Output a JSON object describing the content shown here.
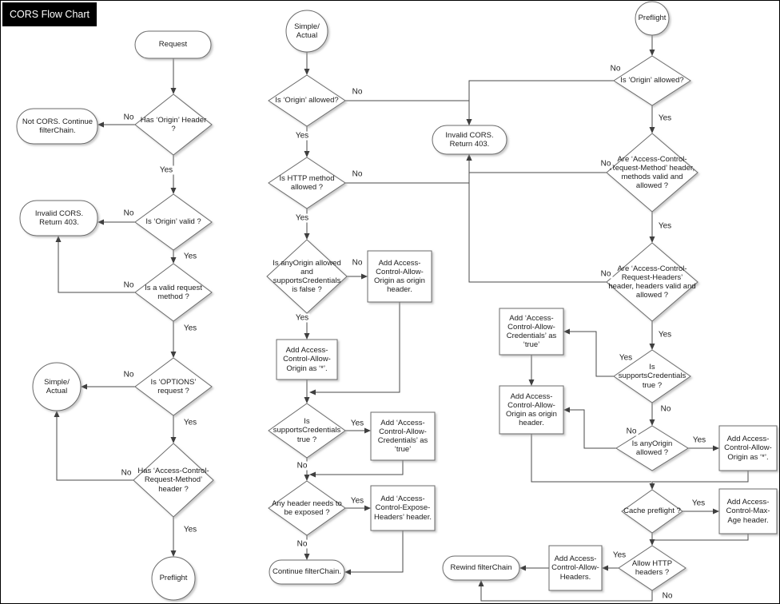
{
  "title": "CORS Flow Chart",
  "labels": {
    "yes": "Yes",
    "no": "No"
  },
  "nodes": {
    "request": "Request",
    "has_origin_header": "Has ‘Origin’ Header ?",
    "not_cors": "Not CORS. Continue filterChain.",
    "is_origin_valid": "Is ‘Origin’ valid ?",
    "invalid_cors_left": "Invalid CORS. Return 403.",
    "is_valid_method": "Is a valid request method ?",
    "is_options": "Is ‘OPTIONS’ request ?",
    "simple_actual_left": "Simple/ Actual",
    "has_acrm_header": "Has ‘Access-Control-Request-Method’ header ?",
    "preflight_left": "Preflight",
    "simple_actual_mid": "Simple/ Actual",
    "is_origin_allowed_mid": "Is ‘Origin’ allowed?",
    "invalid_cors_mid": "Invalid CORS. Return 403.",
    "is_http_method_allowed": "Is HTTP method allowed ?",
    "any_origin_creds_false": "Is anyOrigin allowed and supportsCredentials is false ?",
    "add_origin_header_mid": "Add Access-Control-Allow-Origin as origin header.",
    "add_origin_star_mid": "Add Access-Control-Allow-Origin as ‘*’.",
    "supports_creds_mid": "Is supportsCredentials true ?",
    "add_creds_mid": "Add ‘Access-Control-Allow-Credentials’ as ‘true’",
    "any_header_exposed": "Any header needs to be exposed ?",
    "add_expose_headers": "Add ‘Access-Control-Expose-Headers’ header.",
    "continue_chain": "Continue filterChain.",
    "preflight_right": "Preflight",
    "is_origin_allowed_right": "Is ‘Origin’ allowed?",
    "acr_method_valid": "Are ‘Access-Control-Request-Method’ header, methods valid and allowed ?",
    "acr_headers_valid": "Are ‘Access-Control-Request-Headers’ header, headers valid and allowed ?",
    "supports_creds_right": "Is supportsCredentials true ?",
    "add_creds_right": "Add ‘Access-Control-Allow-Credentials’ as ‘true’",
    "add_origin_header_right": "Add Access-Control-Allow-Origin as origin header.",
    "any_origin_right": "Is anyOrigin allowed ?",
    "add_origin_star_right": "Add Access-Control-Allow-Origin as ‘*’.",
    "cache_preflight": "Cache preflight ?",
    "add_max_age": "Add Access-Control-Max-Age header.",
    "allow_http_headers": "Allow HTTP headers ?",
    "add_allow_headers": "Add Access-Control-Allow-Headers.",
    "rewind_chain": "Rewind filterChain"
  }
}
